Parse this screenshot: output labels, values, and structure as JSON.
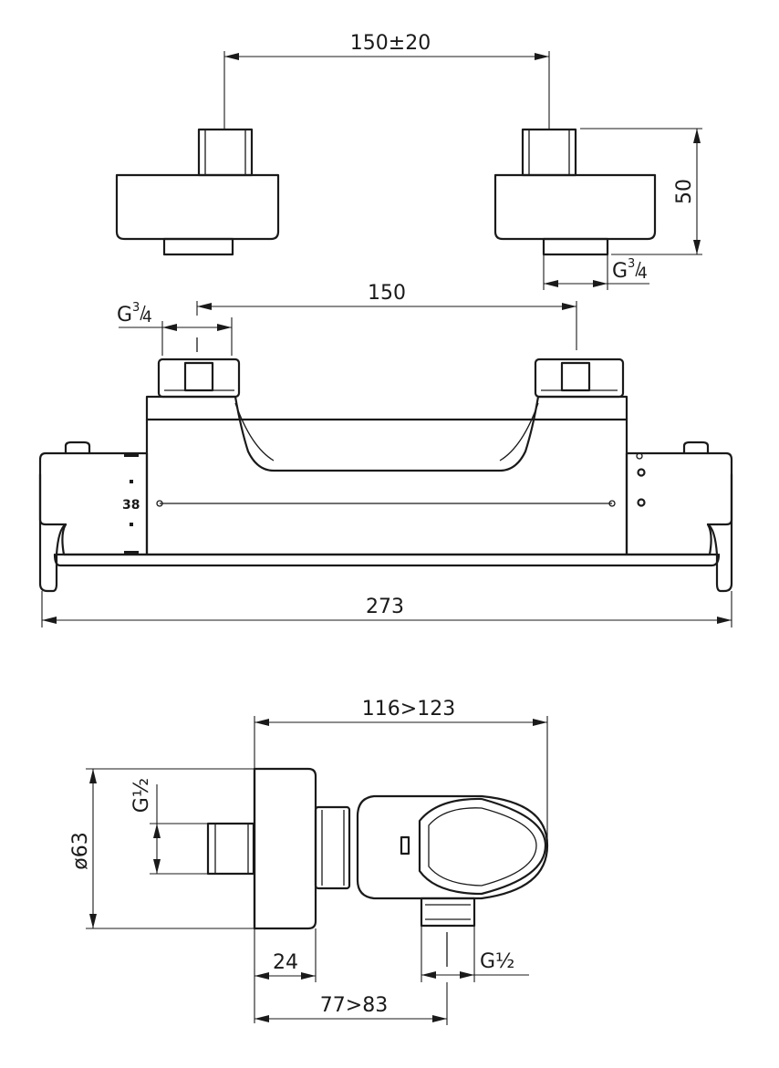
{
  "dimensions": {
    "inlet_spacing": "150±20",
    "eccentric_height": "50",
    "eccentric_thread": "G",
    "body_spacing": "150",
    "body_thread": "G",
    "total_length": "273",
    "depth_range": "116>123",
    "diameter": "ø63",
    "side_thread": "G½",
    "wall_plate_depth": "24",
    "outlet_position": "77>83",
    "outlet_thread": "G½"
  },
  "fraction": {
    "numerator": "3",
    "denominator": "4"
  },
  "temperature_scale": {
    "mark": "38"
  }
}
